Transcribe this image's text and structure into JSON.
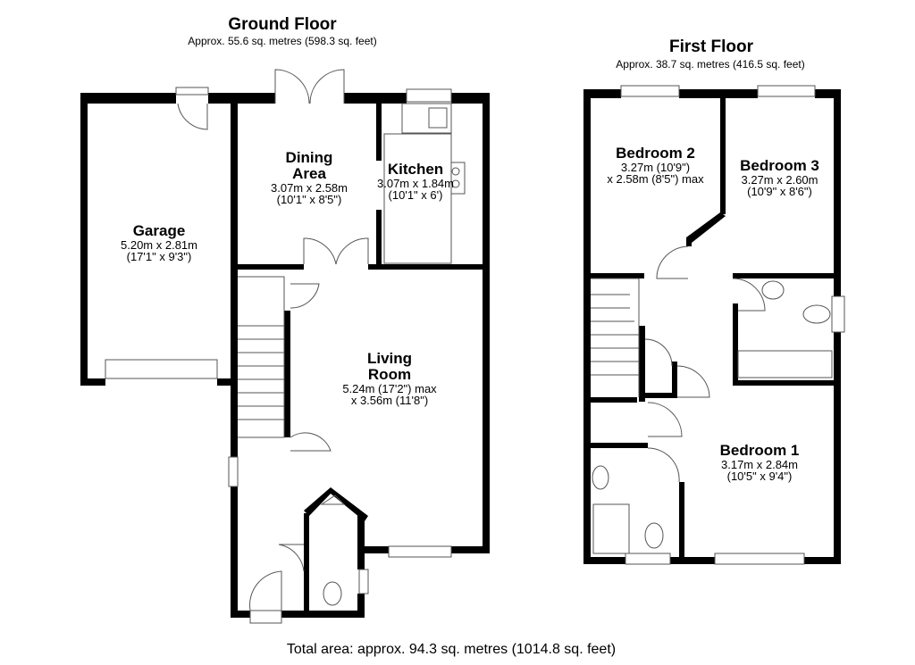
{
  "ground_floor": {
    "title": "Ground Floor",
    "area": "Approx. 55.6 sq. metres (598.3 sq. feet)",
    "rooms": [
      {
        "name": "Garage",
        "dims": [
          "5.20m x 2.81m",
          "(17'1\" x 9'3\")"
        ]
      },
      {
        "name": "Dining Area",
        "dims": [
          "3.07m x 2.58m",
          "(10'1\" x 8'5\")"
        ]
      },
      {
        "name": "Kitchen",
        "dims": [
          "3.07m x 1.84m",
          "(10'1\" x 6')"
        ]
      },
      {
        "name": "Living Room",
        "dims": [
          "5.24m (17'2\") max",
          "x 3.56m (11'8\")"
        ]
      }
    ]
  },
  "first_floor": {
    "title": "First Floor",
    "area": "Approx. 38.7 sq. metres (416.5 sq. feet)",
    "rooms": [
      {
        "name": "Bedroom 2",
        "dims": [
          "3.27m (10'9\")",
          "x 2.58m (8'5\") max"
        ]
      },
      {
        "name": "Bedroom 3",
        "dims": [
          "3.27m x 2.60m",
          "(10'9\" x 8'6\")"
        ]
      },
      {
        "name": "Bedroom 1",
        "dims": [
          "3.17m x 2.84m",
          "(10'5\" x 9'4\")"
        ]
      }
    ]
  },
  "total_area": "Total area: approx. 94.3 sq. metres (1014.8 sq. feet)"
}
